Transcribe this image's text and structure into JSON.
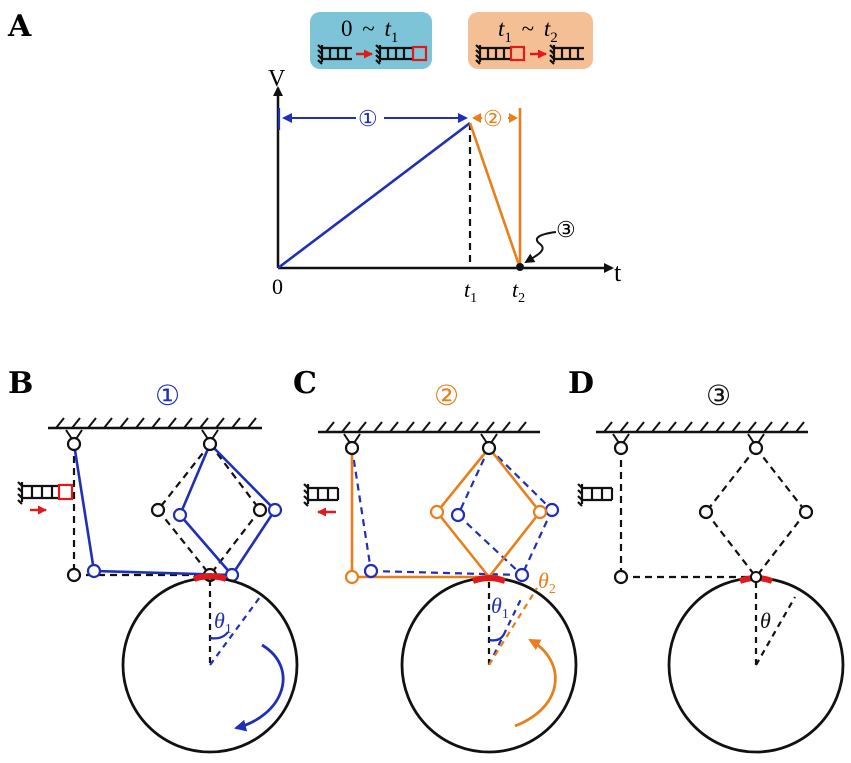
{
  "panels": {
    "a": "A",
    "b": "B",
    "c": "C",
    "d": "D"
  },
  "phase_badges": [
    {
      "range_left": "0",
      "sep": "~",
      "var": "t",
      "sub": "1",
      "color": "#7ec4d8"
    },
    {
      "var_left": "t",
      "sub_left": "1",
      "sep": "~",
      "var": "t",
      "sub": "2",
      "color": "#f5bf96"
    }
  ],
  "graph": {
    "y_axis": "V",
    "x_axis": "t",
    "origin": "0",
    "tick1": {
      "var": "t",
      "sub": "1"
    },
    "tick2": {
      "var": "t",
      "sub": "2"
    },
    "phase1": "①",
    "phase2": "②",
    "phase3": "③"
  },
  "diagrams": {
    "b_label": "①",
    "c_label": "②",
    "d_label": "③",
    "b_angle": {
      "var": "θ",
      "sub": "1"
    },
    "c_angle1": {
      "var": "θ",
      "sub": "1"
    },
    "c_angle2": {
      "var": "θ",
      "sub": "2"
    },
    "d_angle": {
      "var": "θ"
    }
  },
  "colors": {
    "blue": "#1f2fb8",
    "orange": "#e87f1c",
    "red": "#e01a1a",
    "black": "#111111"
  }
}
